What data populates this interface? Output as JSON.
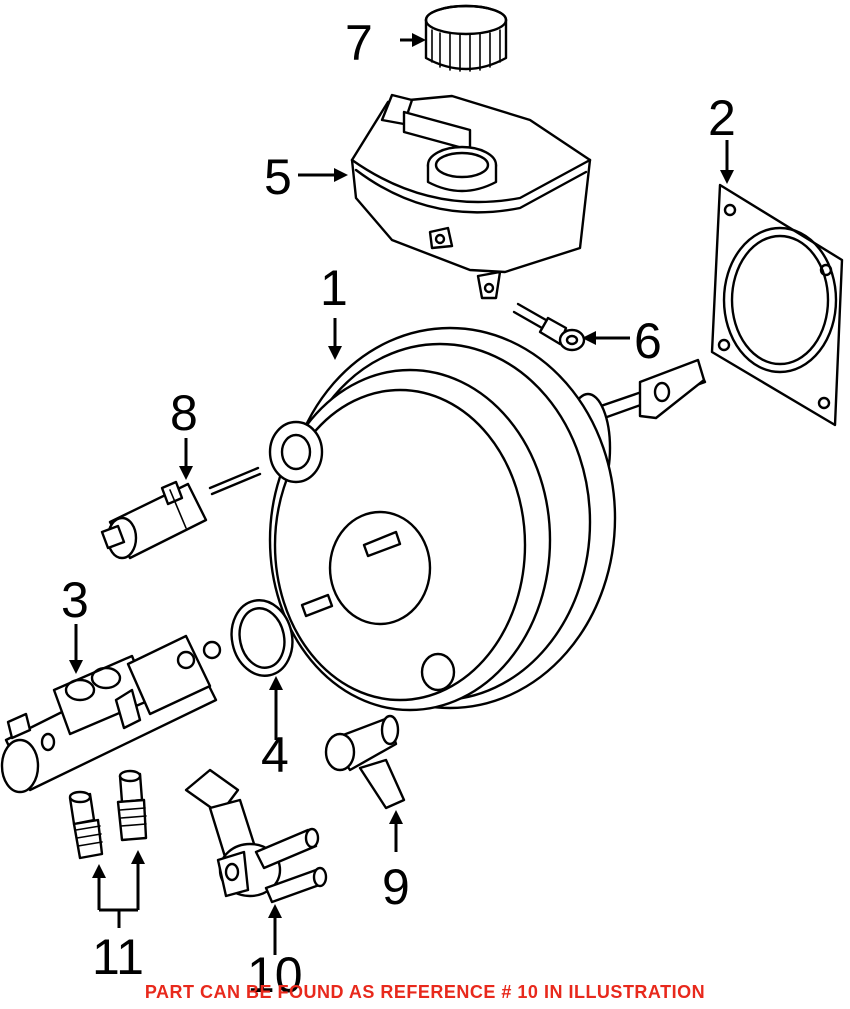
{
  "callouts": {
    "c1": "1",
    "c2": "2",
    "c3": "3",
    "c4": "4",
    "c5": "5",
    "c6": "6",
    "c7": "7",
    "c8": "8",
    "c9": "9",
    "c10": "10",
    "c11": "11"
  },
  "footer": {
    "note": "PART CAN BE FOUND AS REFERENCE # 10 IN ILLUSTRATION",
    "note_color": "#e8291c"
  }
}
